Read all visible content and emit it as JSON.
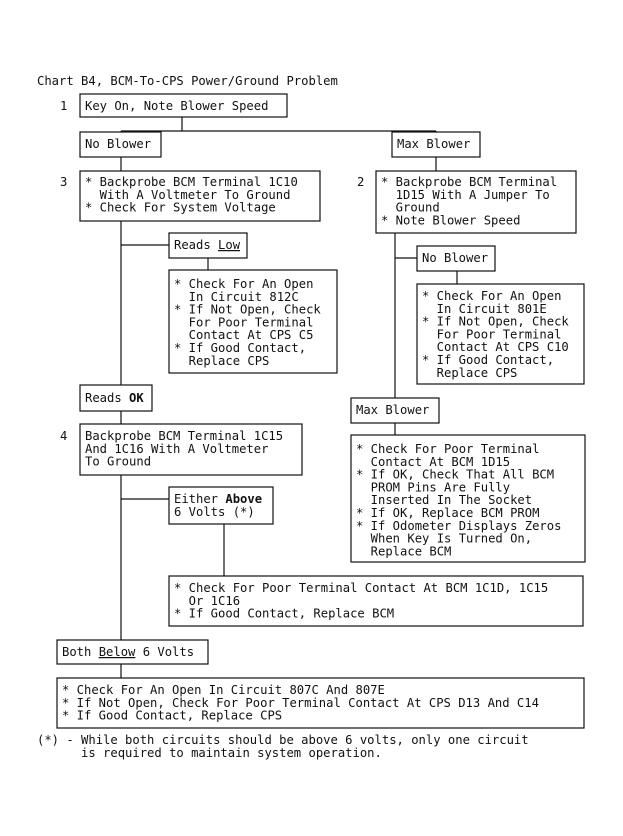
{
  "title": "Chart B4, BCM-To-CPS Power/Ground Problem",
  "step_numbers": {
    "s1": "1",
    "s2": "2",
    "s3": "3",
    "s4": "4"
  },
  "nodes": {
    "key_on": [
      "Key On, Note Blower Speed"
    ],
    "no_blower_a": [
      "No Blower"
    ],
    "max_blower_a": [
      "Max Blower"
    ],
    "step3": [
      "* Backprobe BCM Terminal 1C10",
      "  With A Voltmeter To Ground",
      "* Check For System Voltage"
    ],
    "step2": [
      "* Backprobe BCM Terminal",
      "  1D15 With A Jumper To",
      "  Ground",
      "* Note Blower Speed"
    ],
    "reads_low": {
      "prefix": "Reads ",
      "emph": "Low"
    },
    "open_812c": [
      "* Check For An Open",
      "  In Circuit 812C",
      "* If Not Open, Check",
      "  For Poor Terminal",
      "  Contact At CPS C5",
      "* If Good Contact,",
      "  Replace CPS"
    ],
    "no_blower_b": [
      "No Blower"
    ],
    "open_801e": [
      "* Check For An Open",
      "  In Circuit 801E",
      "* If Not Open, Check",
      "  For Poor Terminal",
      "  Contact At CPS C10",
      "* If Good Contact,",
      "  Replace CPS"
    ],
    "reads_ok": {
      "prefix": "Reads ",
      "emph": "OK"
    },
    "max_blower_b": [
      "Max Blower"
    ],
    "step4": [
      "Backprobe BCM Terminal 1C15",
      "And 1C16 With A Voltmeter",
      "To Ground"
    ],
    "d15_check": [
      "* Check For Poor Terminal",
      "  Contact At BCM 1D15",
      "* If OK, Check That All BCM",
      "  PROM Pins Are Fully",
      "  Inserted In The Socket",
      "* If OK, Replace BCM PROM",
      "* If Odometer Displays Zeros",
      "  When Key Is Turned On,",
      "  Replace BCM"
    ],
    "either_above": {
      "line1_prefix": "Either ",
      "line1_emph": "Above",
      "line2": "6 Volts (*)"
    },
    "c1d_check": [
      "* Check For Poor Terminal Contact At BCM 1C1D, 1C15",
      "  Or 1C16",
      "* If Good Contact, Replace BCM"
    ],
    "both_below": {
      "prefix": "Both ",
      "emph": "Below",
      "suffix": " 6 Volts"
    },
    "open_807": [
      "* Check For An Open In Circuit 807C And 807E",
      "* If Not Open, Check For Poor Terminal Contact At CPS D13 And C14",
      "* If Good Contact, Replace CPS"
    ]
  },
  "footnote": [
    "(*) - While both circuits should be above 6 volts, only one circuit",
    "      is required to maintain system operation."
  ]
}
